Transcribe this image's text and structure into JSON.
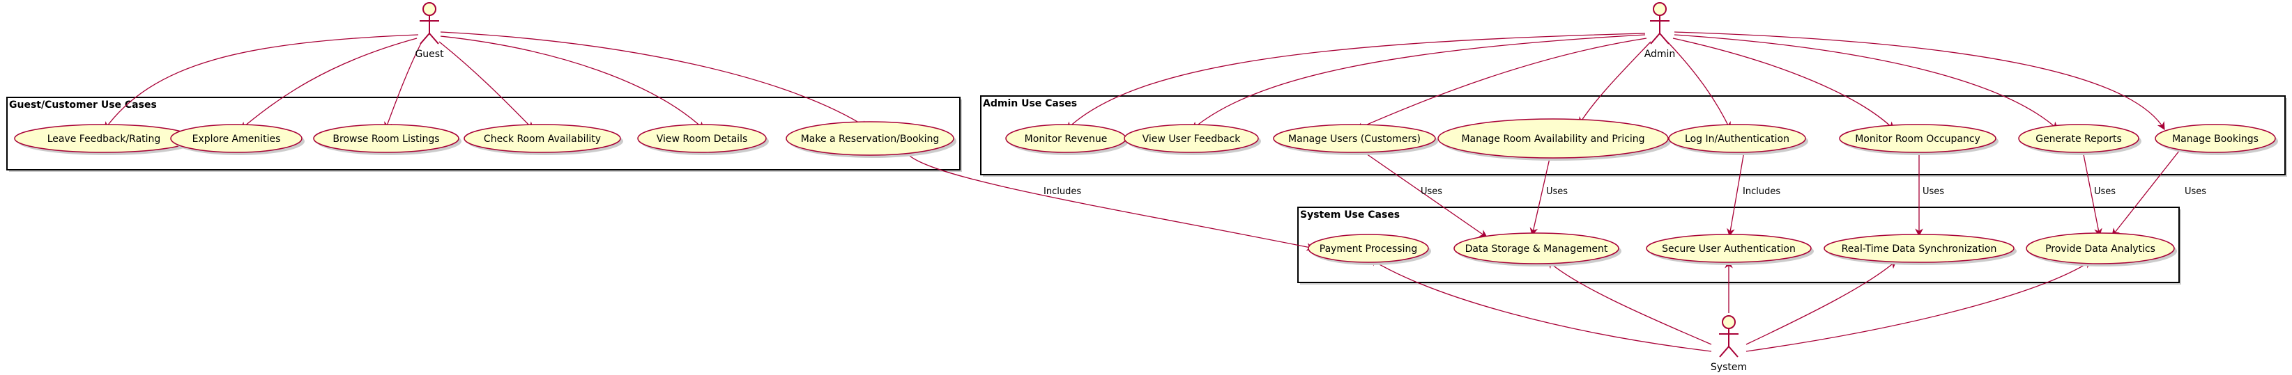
{
  "colors": {
    "edge": "#A80036",
    "usecase_fill": "#FEFECE",
    "usecase_stroke": "#A80036",
    "actor_fill": "#FEFECE",
    "actor_stroke": "#A80036",
    "package_stroke": "#000000",
    "shadow": "#cccccc"
  },
  "actors": {
    "guest": "Guest",
    "admin": "Admin",
    "system": "System"
  },
  "packages": {
    "guest": "Guest/Customer Use Cases",
    "admin": "Admin Use Cases",
    "system": "System Use Cases"
  },
  "use_cases": {
    "leave_feedback": "Leave Feedback/Rating",
    "explore_amenities": "Explore Amenities",
    "browse_rooms": "Browse Room Listings",
    "check_availability": "Check Room Availability",
    "view_room_details": "View Room Details",
    "make_reservation": "Make a Reservation/Booking",
    "monitor_revenue": "Monitor Revenue",
    "view_feedback": "View User Feedback",
    "manage_users": "Manage Users (Customers)",
    "manage_room_pricing": "Manage Room Availability and Pricing",
    "login_auth": "Log In/Authentication",
    "monitor_occupancy": "Monitor Room Occupancy",
    "generate_reports": "Generate Reports",
    "manage_bookings": "Manage Bookings",
    "payment_processing": "Payment Processing",
    "data_storage": "Data Storage & Management",
    "secure_auth": "Secure User Authentication",
    "realtime_sync": "Real-Time Data Synchronization",
    "data_analytics": "Provide Data Analytics"
  },
  "edge_labels": {
    "includes": "Includes",
    "uses": "Uses"
  }
}
